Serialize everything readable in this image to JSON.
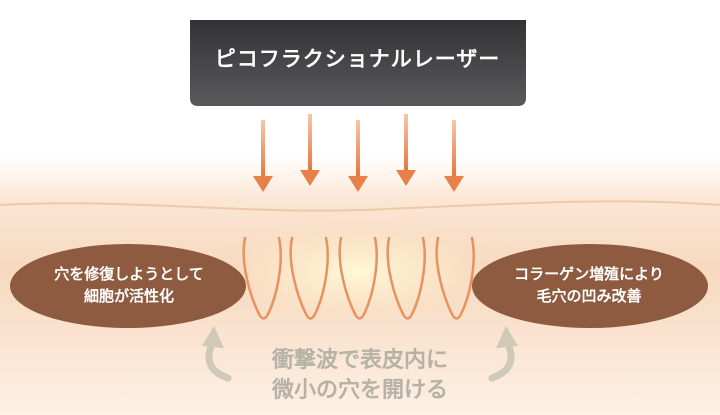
{
  "laser_device": {
    "label": "ピコフラクショナルレーザー"
  },
  "left_bubble": {
    "line1": "穴を修復しようとして",
    "line2": "細胞が活性化"
  },
  "right_bubble": {
    "line1": "コラーゲン増殖により",
    "line2": "毛穴の凹み改善"
  },
  "bottom_caption": {
    "line1": "衝撃波で表皮内に",
    "line2": "微小の穴を開ける"
  },
  "colors": {
    "laser_body": "#4b4b4d",
    "arrow": "#e8804a",
    "skin_light": "#fbe9d8",
    "skin_mid": "#f5d3b6",
    "bubble": "#8e5b40",
    "curved_arrow": "#cfc9b8",
    "caption": "#b6b2a6"
  },
  "beam_count": 5,
  "hole_count": 5
}
